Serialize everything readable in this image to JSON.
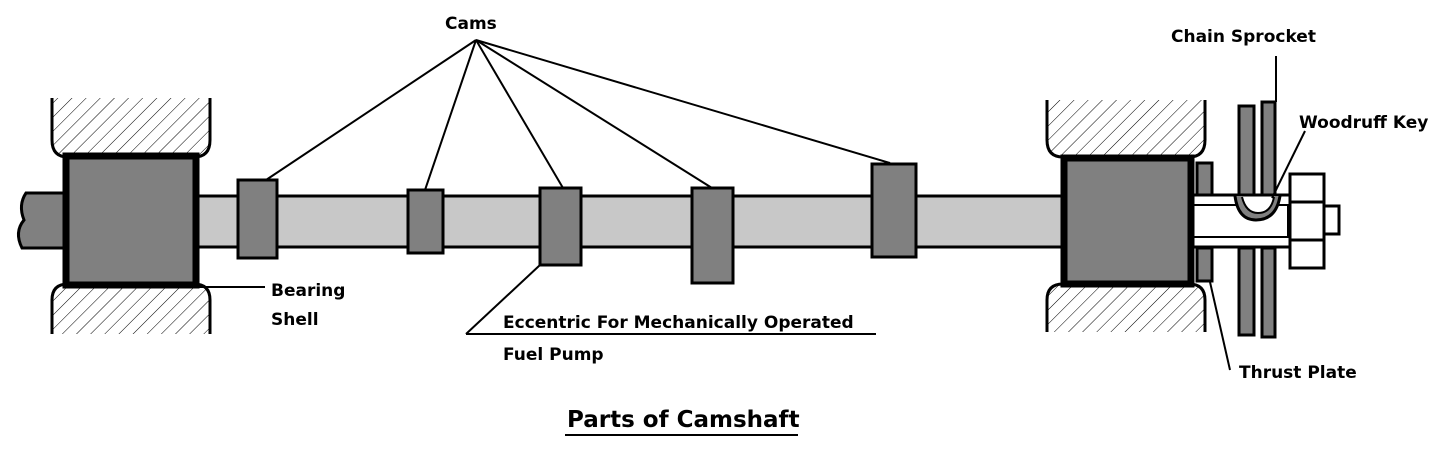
{
  "title": "Parts of Camshaft",
  "labels": {
    "cams": "Cams",
    "bearing_line1": "Bearing",
    "bearing_line2": "Shell",
    "eccentric_line1": "Eccentric For Mechanically Operated",
    "eccentric_line2": "Fuel Pump",
    "chain_sprocket": "Chain Sprocket",
    "woodruff_key": "Woodruff Key",
    "thrust_plate": "Thrust Plate"
  },
  "colors": {
    "shaft": "#c8c8c8",
    "part": "#808080",
    "outline": "#000000"
  }
}
